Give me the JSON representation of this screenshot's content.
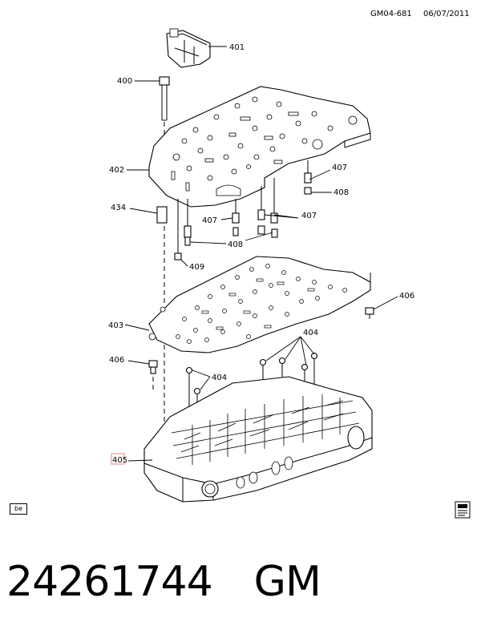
{
  "header": {
    "ref": "GM04-681",
    "date": "06/07/2011"
  },
  "callouts": {
    "c400": "400",
    "c401": "401",
    "c402": "402",
    "c403": "403",
    "c404a": "404",
    "c404b": "404",
    "c405": "405",
    "c406a": "406",
    "c406b": "406",
    "c407a": "407",
    "c407b": "407",
    "c407c": "407",
    "c408a": "408",
    "c408b": "408",
    "c409": "409",
    "c434": "434"
  },
  "badge": {
    "label": "be"
  },
  "footer": {
    "part_number": "24261744",
    "brand": "GM"
  },
  "icons": {
    "corner": "manual-book-icon"
  },
  "colors": {
    "ink": "#000000",
    "highlight": "#e08080"
  }
}
